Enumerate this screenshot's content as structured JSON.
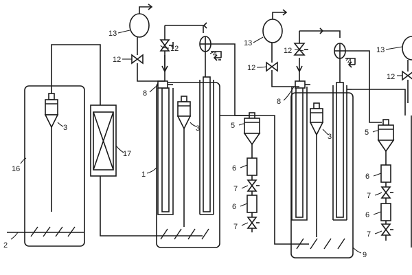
{
  "labels": {
    "l1": "1",
    "l2": "2",
    "l3a": "3",
    "l3b": "3",
    "l3c": "3",
    "l4a": "4",
    "l4b": "4",
    "l5a": "5",
    "l5b": "5",
    "l6a": "6",
    "l6b": "6",
    "l6c": "6",
    "l6d": "6",
    "l7a": "7",
    "l7b": "7",
    "l7c": "7",
    "l7d": "7",
    "l8a": "8",
    "l8b": "8",
    "l9": "9",
    "l12a": "12",
    "l12b": "12",
    "l12c": "12",
    "l12d": "12",
    "l12e": "12",
    "l13a": "13",
    "l13b": "13",
    "l13c": "13",
    "l16": "16",
    "l17": "17"
  },
  "colors": {
    "line": "#1a1a1a",
    "background": "#ffffff"
  }
}
